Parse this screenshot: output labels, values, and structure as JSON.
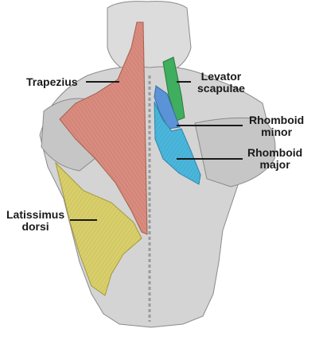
{
  "labels": {
    "trapezius": "Trapezius",
    "levator_line1": "Levator",
    "levator_line2": "scapulae",
    "rhomboid_minor_line1": "Rhomboid",
    "rhomboid_minor_line2": "minor",
    "rhomboid_major_line1": "Rhomboid",
    "rhomboid_major_line2": "major",
    "latissimus_line1": "Latissimus",
    "latissimus_line2": "dorsi"
  },
  "colors": {
    "trapezius": "#d98b7e",
    "levator_scapulae": "#3fae5e",
    "rhomboid_minor": "#5a94d6",
    "rhomboid_major": "#4ab6dc",
    "latissimus_dorsi": "#d9cf6a",
    "body_outline": "#8a8a8a",
    "body_fill": "#d4d4d4"
  }
}
